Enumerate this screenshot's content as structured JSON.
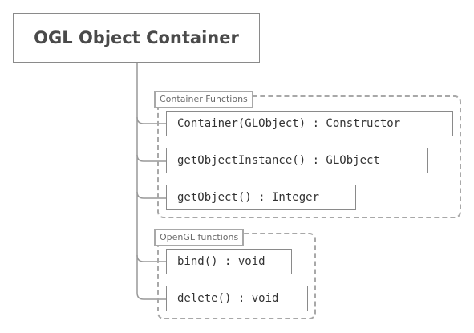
{
  "root": {
    "title": "OGL Object Container"
  },
  "groups": [
    {
      "label": "Container Functions",
      "functions": [
        "Container(GLObject) : Constructor",
        "getObjectInstance() : GLObject",
        "getObject() : Integer"
      ]
    },
    {
      "label": "OpenGL functions",
      "functions": [
        "bind() : void",
        "delete() : void"
      ]
    }
  ]
}
